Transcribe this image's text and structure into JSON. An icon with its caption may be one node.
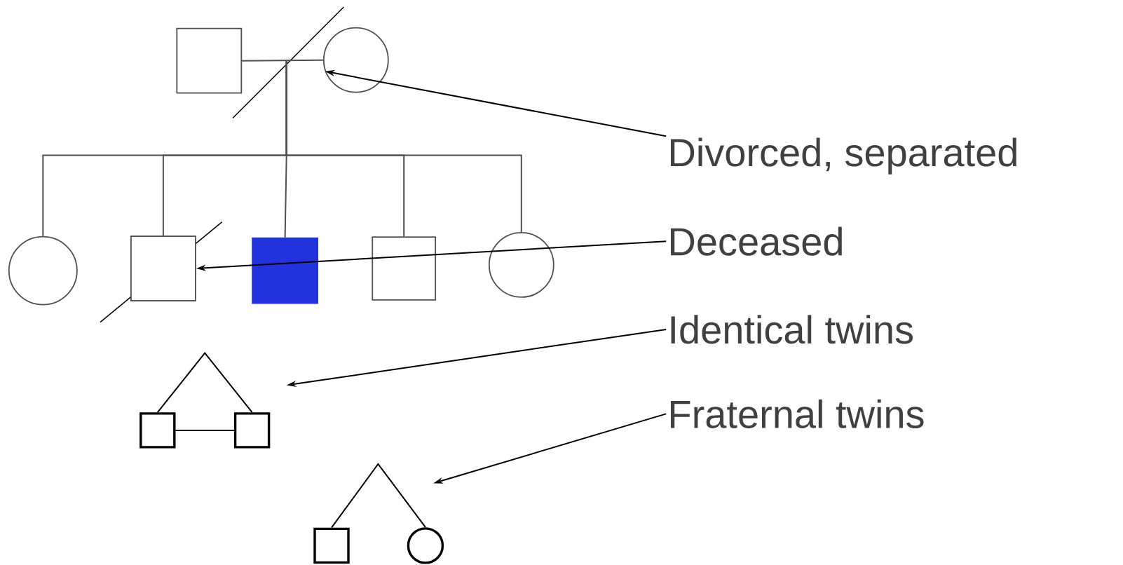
{
  "diagram": {
    "nodes": [
      {
        "text": [],
        "shape": "box"
      },
      {
        "text": [],
        "shape": "circle"
      },
      {
        "text": [],
        "shape": "circle"
      },
      {
        "text": [],
        "shape": "box"
      },
      {
        "text": [],
        "shape": "box"
      },
      {
        "text": [],
        "shape": "box"
      },
      {
        "text": [],
        "shape": "circle"
      },
      {
        "text": [],
        "shape": "box"
      },
      {
        "text": [],
        "shape": "box"
      },
      {
        "text": [],
        "shape": "box"
      },
      {
        "text": [],
        "shape": "circle"
      },
      {
        "text": [
          "Divorced, separated"
        ]
      },
      {
        "text": [
          "Deceased"
        ]
      },
      {
        "text": [
          "Identical twins"
        ]
      },
      {
        "text": [
          "Fraternal twins"
        ]
      }
    ],
    "edges": [
      {
        "from": 0,
        "to": 1,
        "arrow": "none"
      },
      {
        "from": null,
        "to": 2,
        "arrow": "none"
      },
      {
        "from": null,
        "to": 3,
        "arrow": "none"
      },
      {
        "from": null,
        "to": 4,
        "arrow": "none"
      },
      {
        "from": null,
        "to": 5,
        "arrow": "none"
      },
      {
        "from": null,
        "to": 6,
        "arrow": "none"
      },
      {
        "from": 7,
        "to": 8,
        "arrow": "none",
        "color": "#000000"
      },
      {
        "from": 7,
        "to": 8,
        "arrow": "none",
        "color": "#000000"
      },
      {
        "from": 9,
        "to": 10,
        "arrow": "none",
        "color": "#000000"
      },
      {
        "from": 11,
        "to": 1,
        "arrow": "to",
        "color": "#000000"
      },
      {
        "from": 12,
        "to": 3,
        "arrow": "to",
        "color": "#000000"
      },
      {
        "from": 13,
        "to": null,
        "arrow": "to",
        "color": "#000000"
      },
      {
        "from": 14,
        "to": null,
        "arrow": "to",
        "color": "#000000"
      }
    ]
  }
}
